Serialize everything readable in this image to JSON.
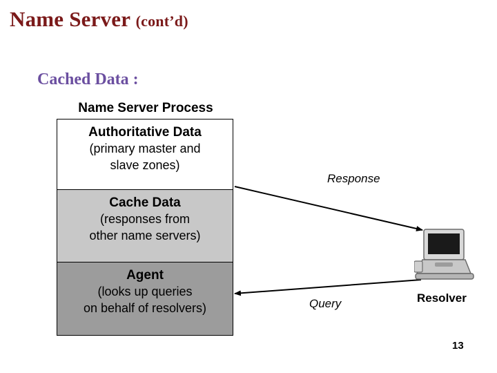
{
  "slide": {
    "title_main": "Name Server ",
    "title_cont": "(cont’d)",
    "subhead": "Cached Data :",
    "process_label": "Name Server Process",
    "boxes": [
      {
        "name": "authoritative-data",
        "lines": [
          "Authoritative Data",
          "(primary master and",
          "slave zones)"
        ]
      },
      {
        "name": "cache-data",
        "lines": [
          "Cache Data",
          "(responses from",
          "other name servers)"
        ]
      },
      {
        "name": "agent",
        "lines": [
          "Agent",
          "(looks up queries",
          "on behalf of resolvers)"
        ]
      }
    ],
    "labels": {
      "response": "Response",
      "query": "Query",
      "resolver": "Resolver"
    },
    "page_number": "13",
    "colors": {
      "title": "#7b1a1a",
      "subhead": "#6b4fa0",
      "cache_fill": "#c8c8c8",
      "agent_fill": "#9c9c9c"
    }
  }
}
